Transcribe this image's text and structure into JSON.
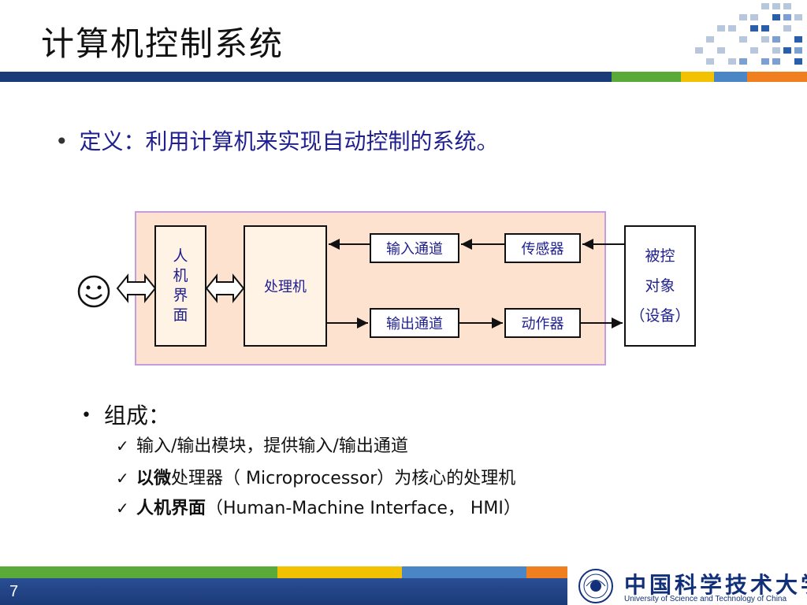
{
  "title": "计算机控制系统",
  "definition": {
    "bullet": "•",
    "text": "定义：利用计算机来实现自动控制的系统。"
  },
  "diagram": {
    "hmi_chars": [
      "人",
      "机",
      "界",
      "面"
    ],
    "processor": "处理机",
    "input_channel": "输入通道",
    "sensor": "传感器",
    "output_channel": "输出通道",
    "actuator": "动作器",
    "plant_lines": [
      "被控",
      "对象",
      "（设备）"
    ],
    "smiley_icon": "smiley-face-icon",
    "panel_color": "#fde3cf",
    "panel_border": "#c79be0"
  },
  "components": {
    "bullet": "•",
    "label": "组成：",
    "check": "✓",
    "items": [
      {
        "bold": "",
        "text": "输入/输出模块，提供输入/输出通道"
      },
      {
        "bold": "以微",
        "text": "处理器（ Microprocessor）为核心的处理机"
      },
      {
        "bold": "人机界面",
        "text": "（Human-Machine Interface，  HMI）"
      }
    ]
  },
  "footer": {
    "page_number": "7",
    "university_cn": "中国科学技术大学",
    "university_en": "University of  Science and Technology of China"
  },
  "colors": {
    "accent_blue": "#1b3a78",
    "stripe_green": "#5aaa3a",
    "stripe_yellow": "#f2c200",
    "stripe_lightblue": "#4a86c6",
    "stripe_orange": "#f07f20",
    "text_blue": "#1f1f8f"
  }
}
